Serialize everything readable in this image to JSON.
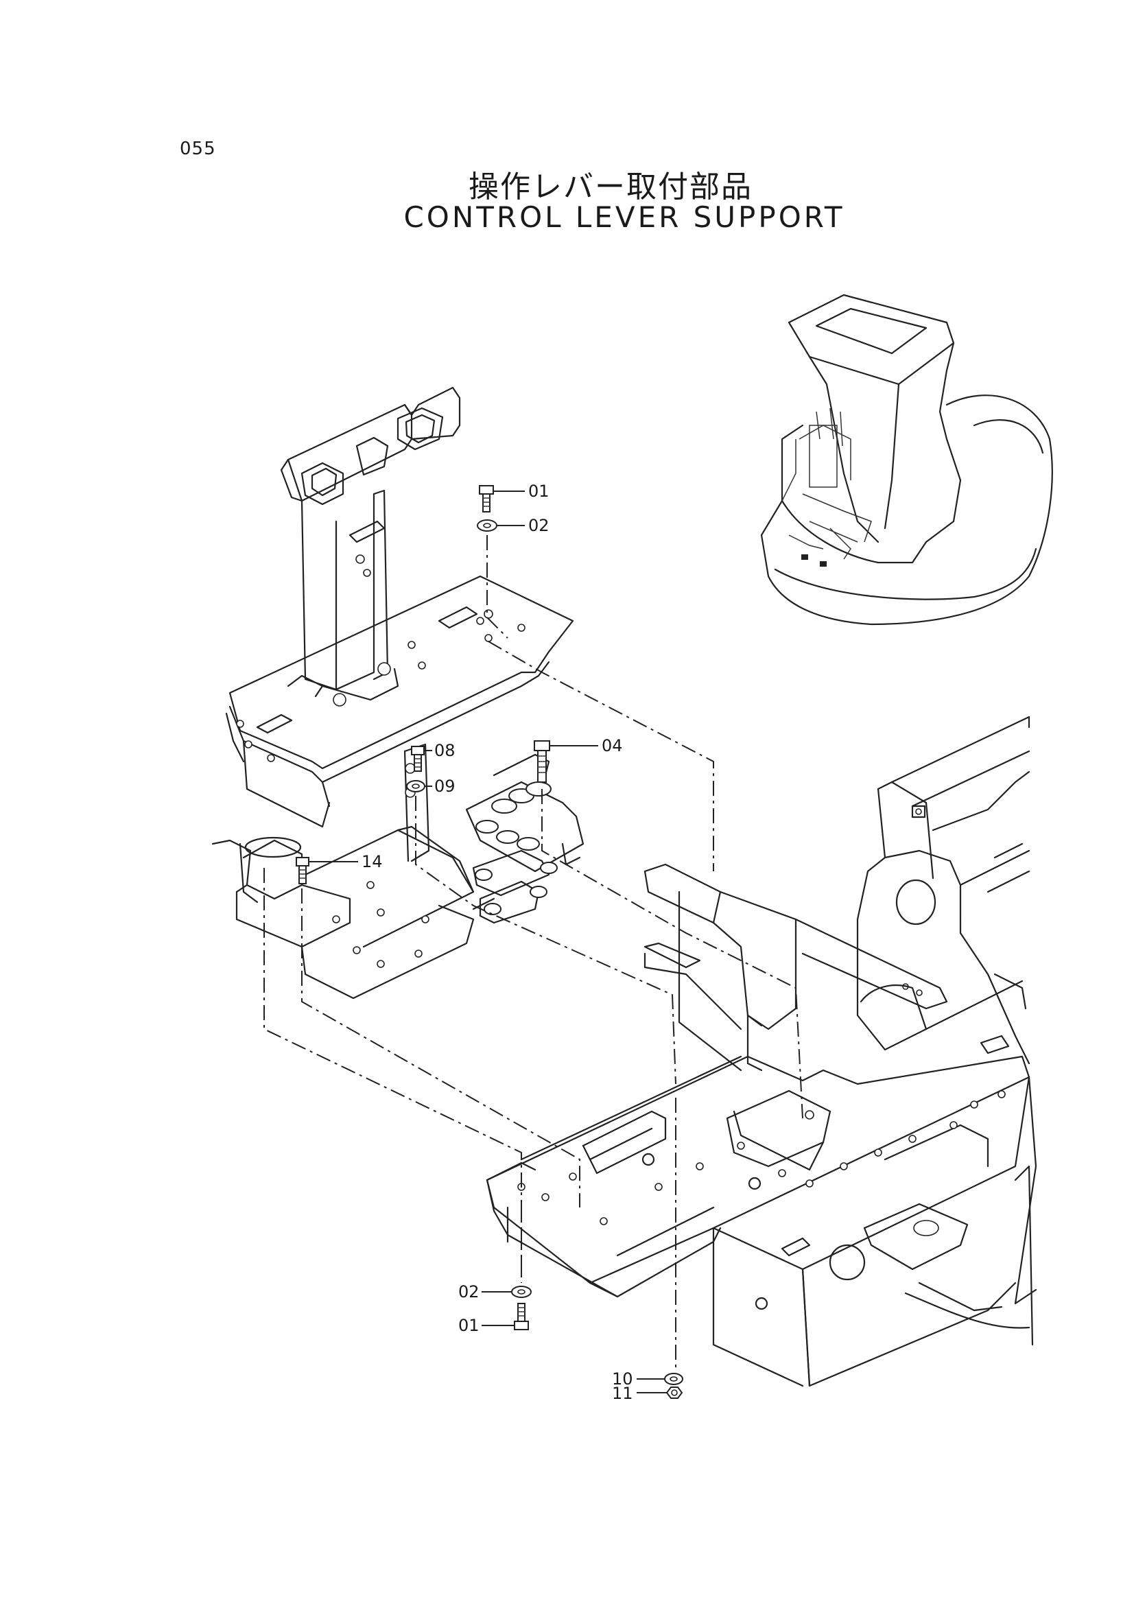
{
  "page": {
    "number": "055"
  },
  "title": {
    "japanese": "操作レバー取付部品",
    "english": "CONTROL LEVER SUPPORT"
  },
  "callouts": [
    {
      "id": "01",
      "label": "01"
    },
    {
      "id": "02",
      "label": "02"
    },
    {
      "id": "04",
      "label": "04"
    },
    {
      "id": "08",
      "label": "08"
    },
    {
      "id": "09",
      "label": "09"
    },
    {
      "id": "14",
      "label": "14"
    },
    {
      "id": "02b",
      "label": "02"
    },
    {
      "id": "01b",
      "label": "01"
    },
    {
      "id": "10",
      "label": "10"
    },
    {
      "id": "11",
      "label": "11"
    }
  ]
}
